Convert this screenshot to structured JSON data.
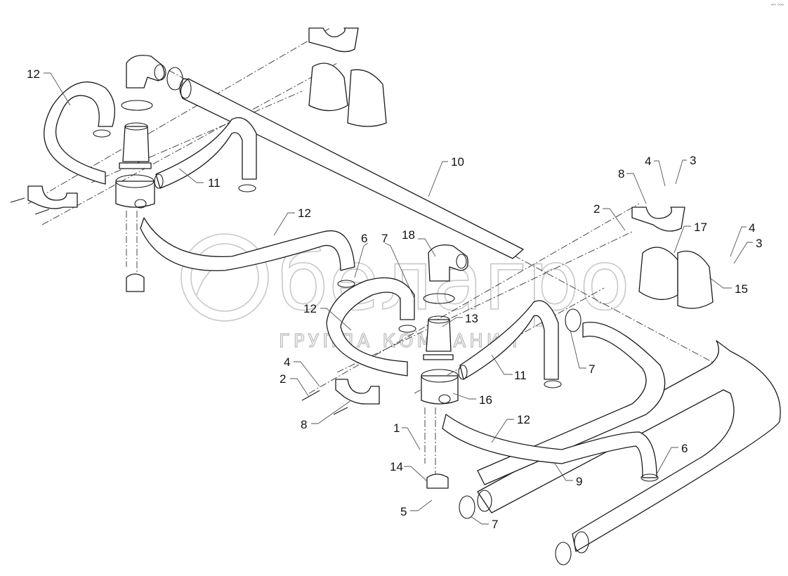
{
  "diagram": {
    "title": "Exploded parts diagram: hose and pipe assembly with brackets",
    "corner_mark": "ᵃᵐ ᵒᵒᵒ",
    "watermark": {
      "brand": "белагро",
      "subtitle": "ГРУППА КОМПАНИЙ"
    },
    "callouts": [
      {
        "id": "c-12-a",
        "label": "12"
      },
      {
        "id": "c-11-a",
        "label": "11"
      },
      {
        "id": "c-10",
        "label": "10"
      },
      {
        "id": "c-12-b",
        "label": "12"
      },
      {
        "id": "c-6-a",
        "label": "6"
      },
      {
        "id": "c-18",
        "label": "18"
      },
      {
        "id": "c-7-a",
        "label": "7"
      },
      {
        "id": "c-12-c",
        "label": "12"
      },
      {
        "id": "c-13",
        "label": "13"
      },
      {
        "id": "c-11-b",
        "label": "11"
      },
      {
        "id": "c-7-b",
        "label": "7"
      },
      {
        "id": "c-16",
        "label": "16"
      },
      {
        "id": "c-12-d",
        "label": "12"
      },
      {
        "id": "c-4-a",
        "label": "4"
      },
      {
        "id": "c-2-a",
        "label": "2"
      },
      {
        "id": "c-8-a",
        "label": "8"
      },
      {
        "id": "c-1",
        "label": "1"
      },
      {
        "id": "c-14",
        "label": "14"
      },
      {
        "id": "c-5",
        "label": "5"
      },
      {
        "id": "c-7-c",
        "label": "7"
      },
      {
        "id": "c-9",
        "label": "9"
      },
      {
        "id": "c-6-b",
        "label": "6"
      },
      {
        "id": "c-8-b",
        "label": "8"
      },
      {
        "id": "c-4-b",
        "label": "4"
      },
      {
        "id": "c-3-a",
        "label": "3"
      },
      {
        "id": "c-2-b",
        "label": "2"
      },
      {
        "id": "c-17",
        "label": "17"
      },
      {
        "id": "c-4-c",
        "label": "4"
      },
      {
        "id": "c-3-b",
        "label": "3"
      },
      {
        "id": "c-15",
        "label": "15"
      }
    ]
  }
}
